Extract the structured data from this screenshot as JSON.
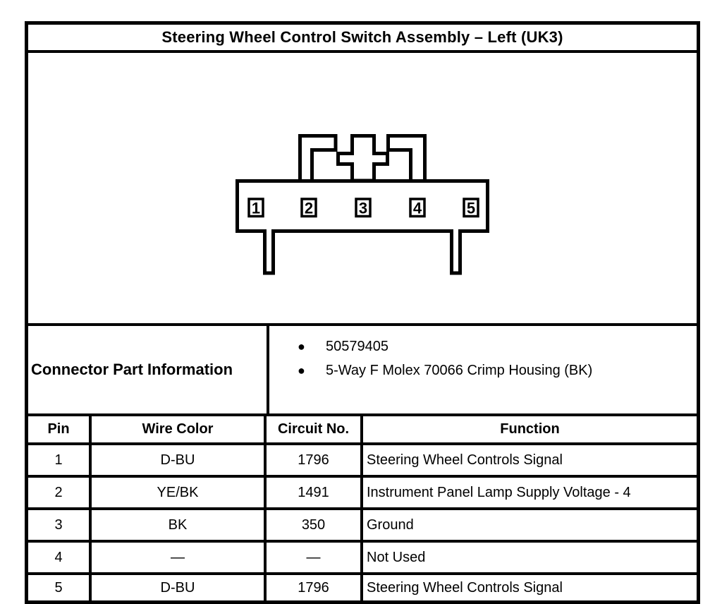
{
  "title": "Steering Wheel Control Switch Assembly – Left (UK3)",
  "connector": {
    "pins": [
      "1",
      "2",
      "3",
      "4",
      "5"
    ]
  },
  "part_info": {
    "label": "Connector Part Information",
    "bullets": [
      "50579405",
      "5-Way F Molex 70066 Crimp Housing (BK)"
    ],
    "bullet_glyph": "●"
  },
  "pin_table": {
    "headers": [
      "Pin",
      "Wire Color",
      "Circuit No.",
      "Function"
    ],
    "rows": [
      [
        "1",
        "D-BU",
        "1796",
        "Steering Wheel Controls Signal"
      ],
      [
        "2",
        "YE/BK",
        "1491",
        "Instrument Panel Lamp Supply Voltage - 4"
      ],
      [
        "3",
        "BK",
        "350",
        "Ground"
      ],
      [
        "4",
        "—",
        "—",
        "Not Used"
      ],
      [
        "5",
        "D-BU",
        "1796",
        "Steering Wheel Controls Signal"
      ]
    ]
  },
  "colors": {
    "line": "#000000",
    "background": "#ffffff"
  }
}
